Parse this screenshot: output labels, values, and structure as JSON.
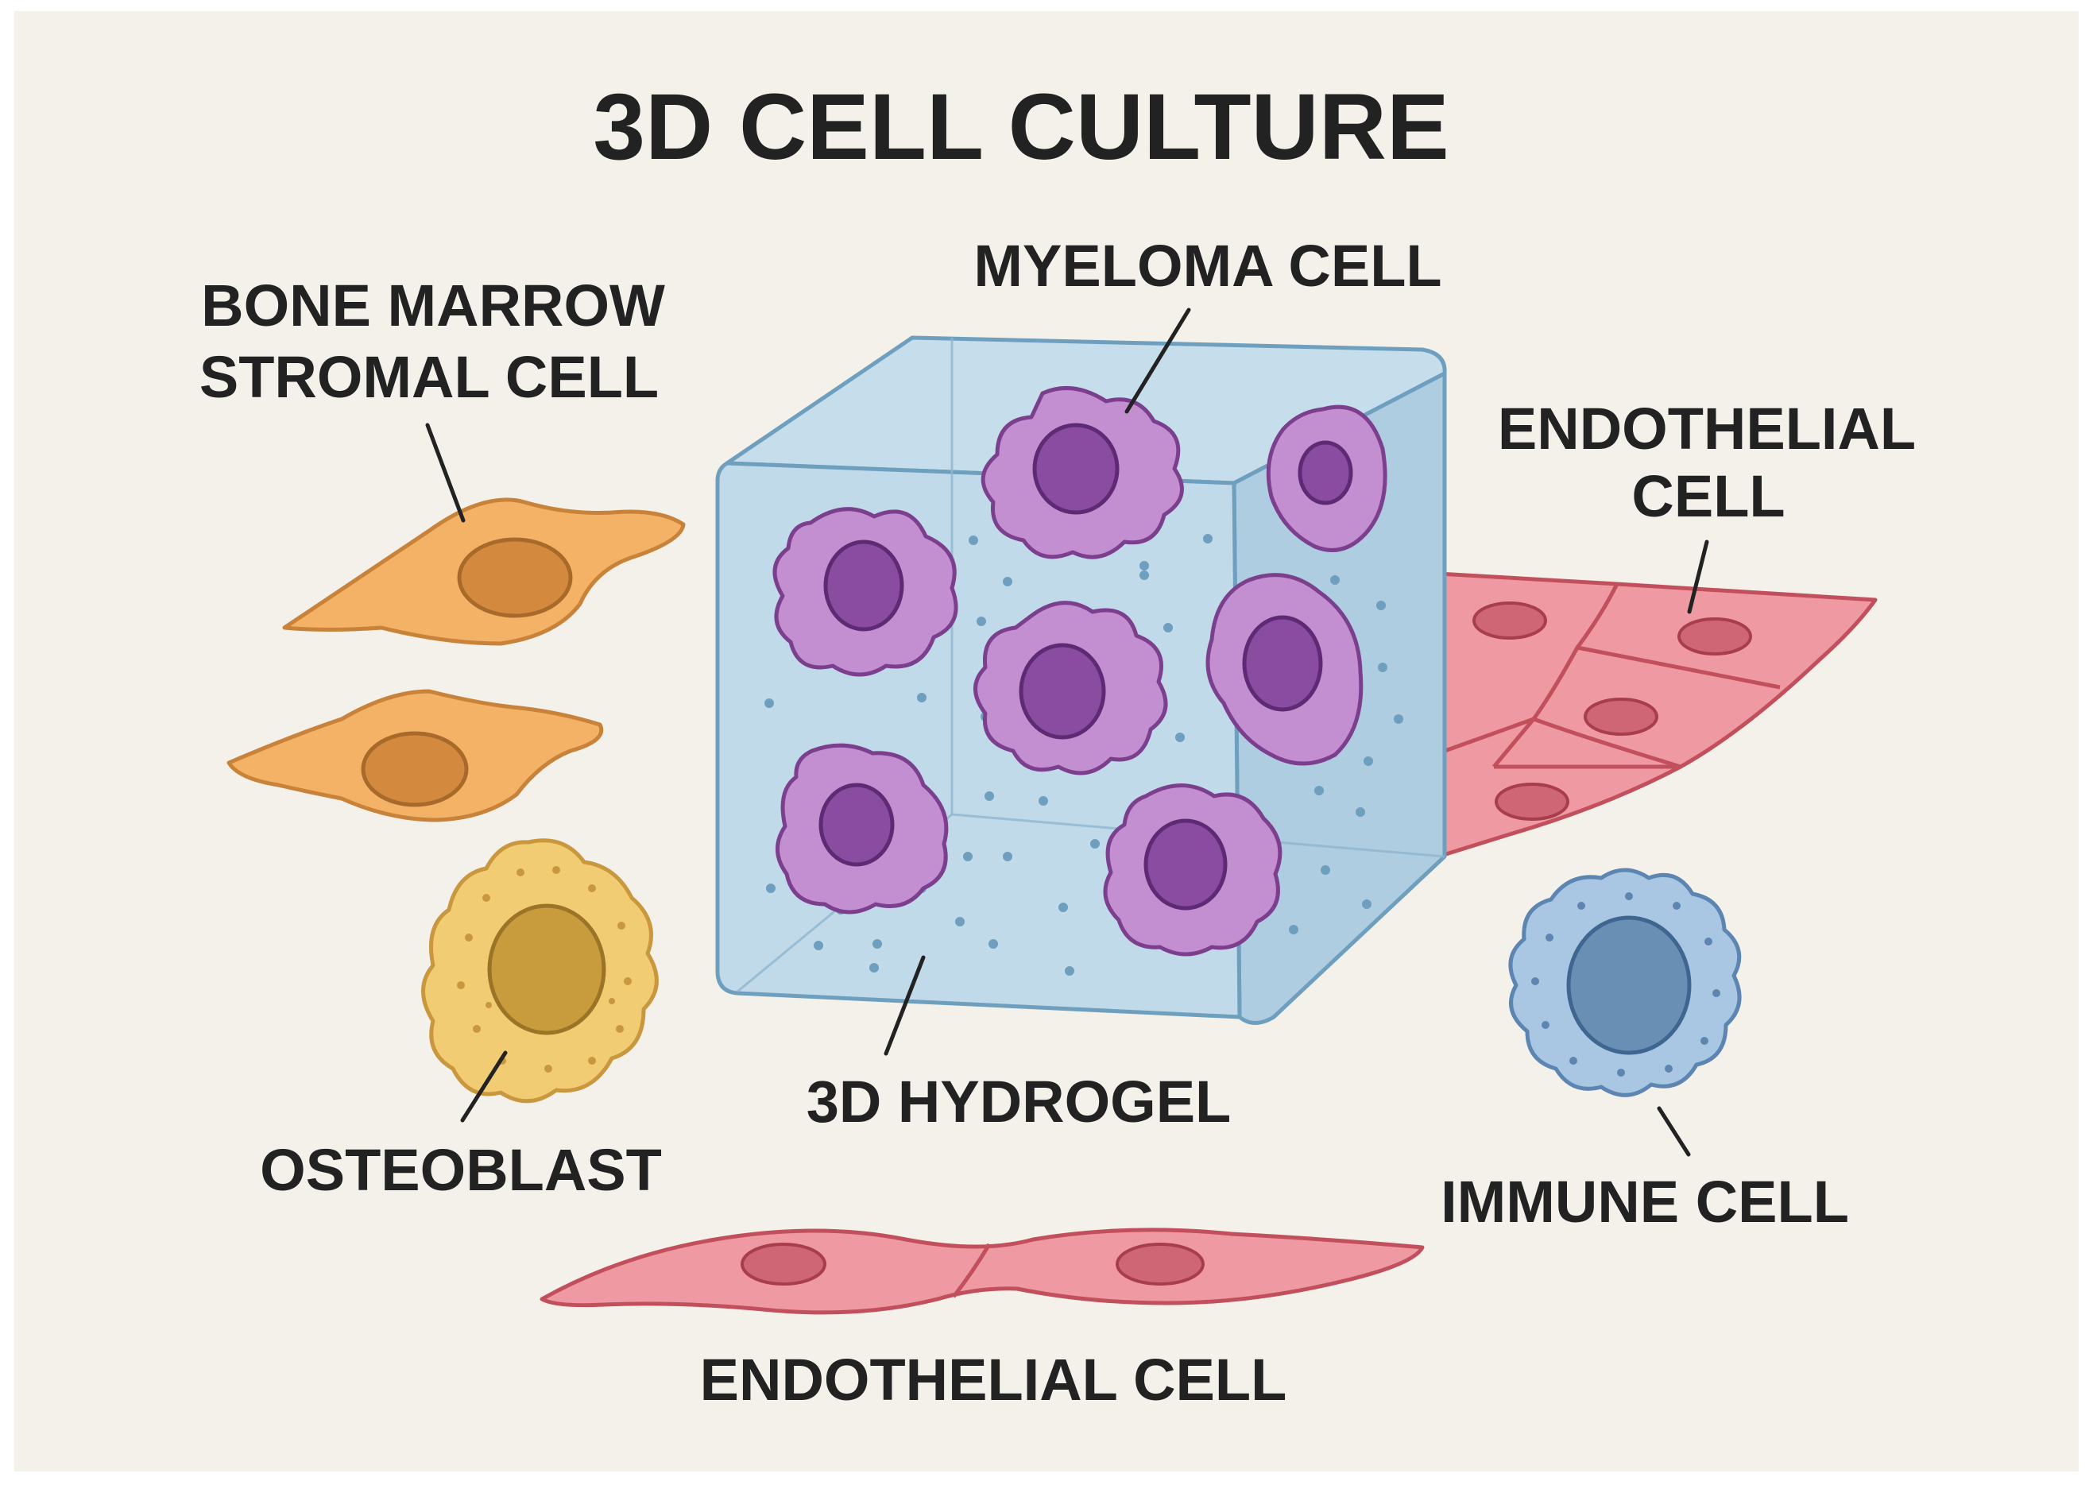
{
  "title": "3D CELL CULTURE",
  "labels": {
    "myeloma": "MYELOMA CELL",
    "stromal_line1": "BONE MARROW",
    "stromal_line2": "STROMAL CELL",
    "endothelial_right_line1": "ENDOTHELIAL",
    "endothelial_right_line2": "CELL",
    "osteoblast": "OSTEOBLAST",
    "hydrogel": "3D HYDROGEL",
    "immune": "IMMUNE CELL",
    "endothelial_bottom": "ENDOTHELIAL CELL"
  },
  "colors": {
    "background": "#f4f1ea",
    "text": "#222222",
    "stromal_fill": "#f4b266",
    "stromal_stroke": "#c8823a",
    "stromal_nucleus": "#d38a3f",
    "osteoblast_fill": "#f2cc73",
    "osteoblast_stroke": "#c9973e",
    "osteoblast_nucleus": "#c89b3c",
    "myeloma_fill": "#c48fd0",
    "myeloma_stroke": "#7c3f8e",
    "myeloma_nucleus": "#8a4ca0",
    "endothelial_fill": "#ef9aa3",
    "endothelial_stroke": "#c2505c",
    "endothelial_nucleus": "#cf6675",
    "immune_fill": "#a9c6e2",
    "immune_stroke": "#5c86b1",
    "immune_nucleus": "#6a8fb5",
    "hydrogel_fill": "#b8d5e6",
    "hydrogel_stroke": "#6f9fbf"
  }
}
